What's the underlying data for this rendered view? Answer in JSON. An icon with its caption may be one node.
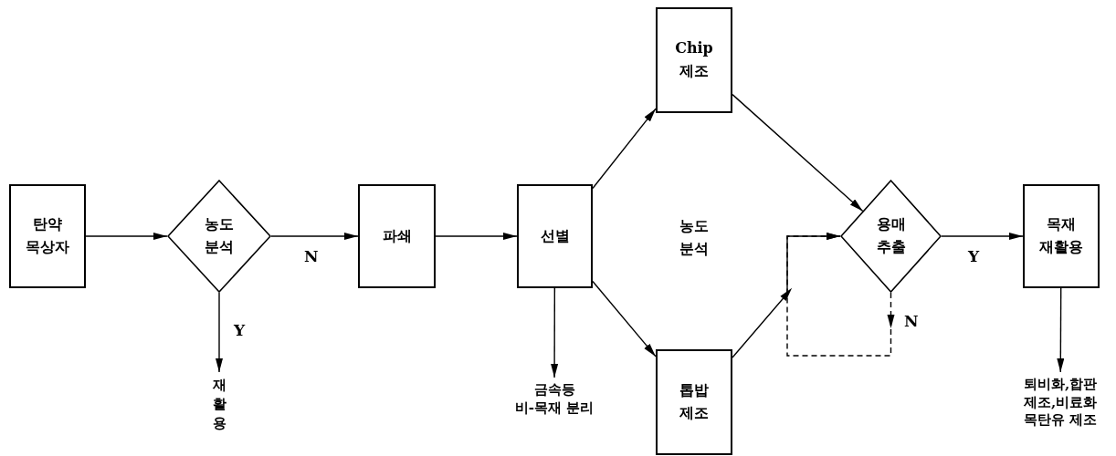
{
  "diagram": {
    "nodes": [
      {
        "text": [
          "탄약 목상자"
        ]
      },
      {
        "text": [
          "농도 분석"
        ]
      },
      {
        "text": [
          "파쇄"
        ]
      },
      {
        "text": [
          "선별"
        ]
      },
      {
        "text": [
          "Chip 제조"
        ]
      },
      {
        "text": [
          "톱밥 제조"
        ]
      },
      {
        "text": [
          "용매 추출"
        ]
      },
      {
        "text": [
          "목재 재활용"
        ]
      },
      {
        "text": [
          "재활용"
        ]
      },
      {
        "text": [
          "금속등 비-목재 분리"
        ]
      },
      {
        "text": [
          "퇴비화,합판 제조,비료화 목탄유 제조"
        ]
      }
    ],
    "edges": [
      {
        "from": 0,
        "to": 1,
        "arrow": "to"
      },
      {
        "from": 1,
        "to": 2,
        "arrow": "to",
        "label": "N"
      },
      {
        "from": 1,
        "to": 8,
        "arrow": "to",
        "label": "Y"
      },
      {
        "from": 2,
        "to": 3,
        "arrow": "to"
      },
      {
        "from": 3,
        "to": 4,
        "arrow": "to"
      },
      {
        "from": 3,
        "to": 5,
        "arrow": "to"
      },
      {
        "from": 3,
        "to": 9,
        "arrow": "to"
      },
      {
        "from": 4,
        "to": 6,
        "arrow": "to"
      },
      {
        "from": 5,
        "to": 6,
        "arrow": "to"
      },
      {
        "from": 6,
        "to": 6,
        "arrow": "to",
        "label": "N",
        "style": "dashed"
      },
      {
        "from": 6,
        "to": 7,
        "arrow": "to",
        "label": "Y"
      },
      {
        "from": 7,
        "to": 10,
        "arrow": "to"
      }
    ],
    "labels": [
      "농도 분석"
    ]
  }
}
